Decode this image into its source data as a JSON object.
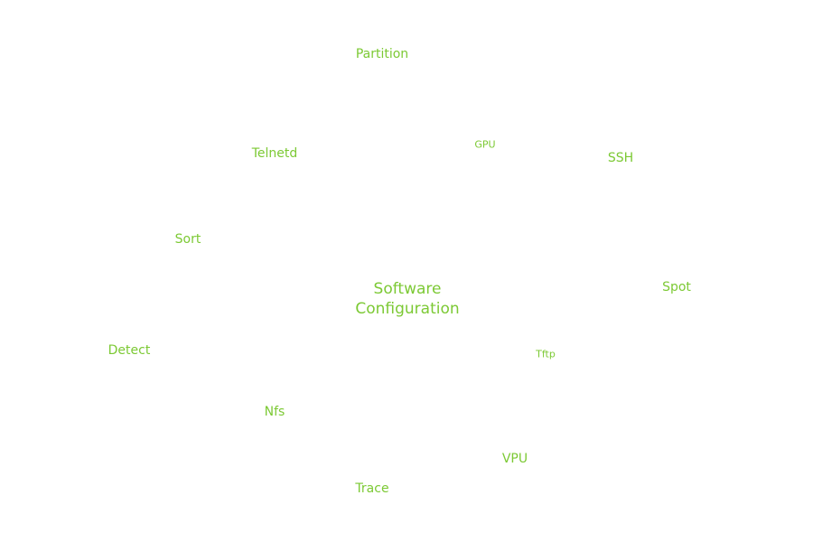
{
  "colors": {
    "text": "#7cc934",
    "background": "#ffffff"
  },
  "center_topic": {
    "line1": "Software",
    "line2": "Configuration"
  },
  "terms": {
    "partition": "Partition",
    "telnetd": "Telnetd",
    "gpu": "GPU",
    "ssh": "SSH",
    "sort": "Sort",
    "spot": "Spot",
    "detect": "Detect",
    "tftp": "Tftp",
    "nfs": "Nfs",
    "vpu": "VPU",
    "trace": "Trace"
  }
}
